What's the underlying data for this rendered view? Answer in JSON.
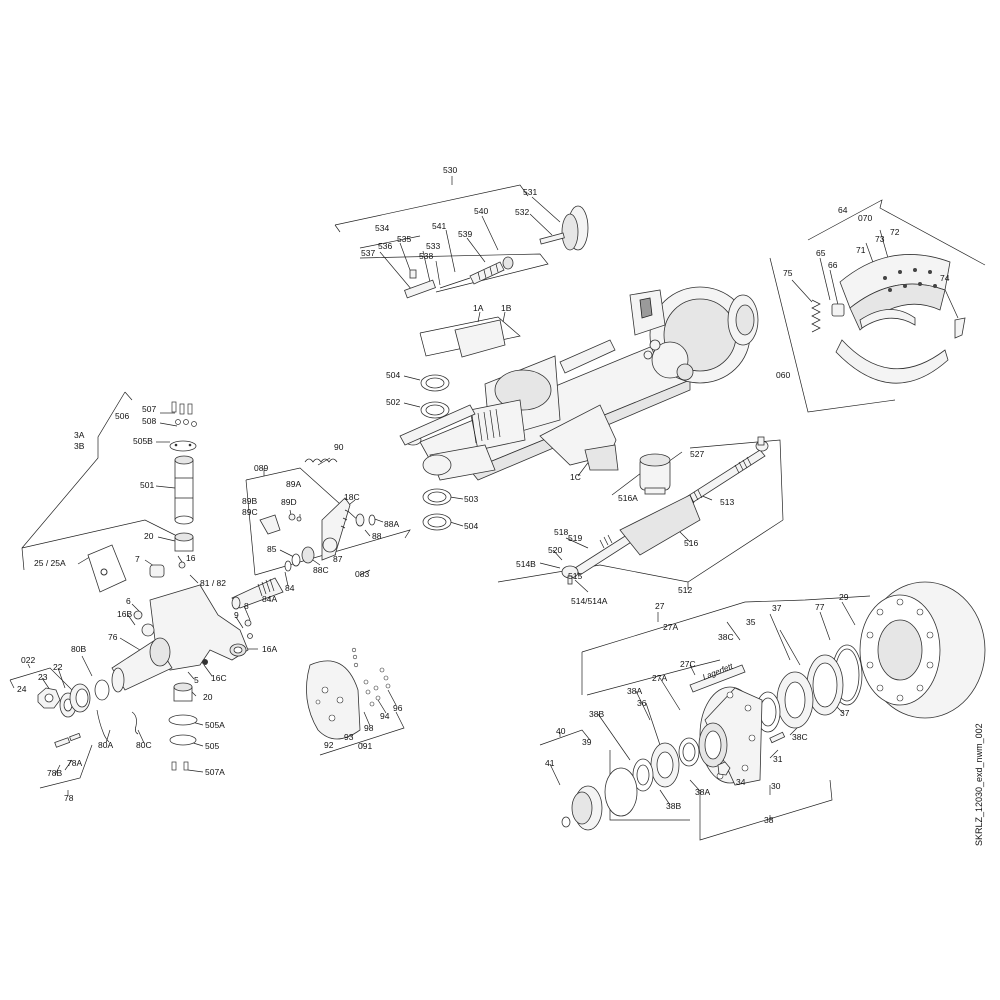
{
  "drawing_id": "SKRLZ_12030_exd_nwm_002",
  "labels": {
    "l_530": "530",
    "l_531": "531",
    "l_532": "532",
    "l_540": "540",
    "l_541": "541",
    "l_539": "539",
    "l_534": "534",
    "l_535": "535",
    "l_536": "536",
    "l_533": "533",
    "l_537": "537",
    "l_538": "538",
    "l_1A": "1A",
    "l_1B": "1B",
    "l_504a": "504",
    "l_502": "502",
    "l_503": "503",
    "l_504b": "504",
    "l_1C": "1C",
    "l_527": "527",
    "l_516A": "516A",
    "l_513": "513",
    "l_516": "516",
    "l_518": "518",
    "l_519": "519",
    "l_520": "520",
    "l_514B": "514B",
    "l_515": "515",
    "l_514_514A": "514/514A",
    "l_512": "512",
    "l_64": "64",
    "l_070": "070",
    "l_73": "73",
    "l_72": "72",
    "l_71": "71",
    "l_65": "65",
    "l_66": "66",
    "l_75": "75",
    "l_74": "74",
    "l_060": "060",
    "l_3A": "3A",
    "l_3B": "3B",
    "l_506": "506",
    "l_507": "507",
    "l_508": "508",
    "l_505B": "505B",
    "l_501": "501",
    "l_20a": "20",
    "l_16a": "16",
    "l_7": "7",
    "l_25_25A": "25 / 25A",
    "l_81_82": "81 / 82",
    "l_6": "6",
    "l_16B": "16B",
    "l_76": "76",
    "l_9": "9",
    "l_8": "8",
    "l_16A": "16A",
    "l_16C": "16C",
    "l_5": "5",
    "l_20b": "20",
    "l_505A": "505A",
    "l_505": "505",
    "l_507A": "507A",
    "l_90": "90",
    "l_089": "089",
    "l_89A": "89A",
    "l_89B": "89B",
    "l_89C": "89C",
    "l_89D": "89D",
    "l_18C": "18C",
    "l_88A": "88A",
    "l_88": "88",
    "l_85": "85",
    "l_87": "87",
    "l_88C": "88C",
    "l_84A": "84A",
    "l_84": "84",
    "l_083": "083",
    "l_022": "022",
    "l_24": "24",
    "l_23": "23",
    "l_22": "22",
    "l_80B": "80B",
    "l_80A": "80A",
    "l_80C": "80C",
    "l_78A": "78A",
    "l_78B": "78B",
    "l_78": "78",
    "l_96": "96",
    "l_94": "94",
    "l_98": "98",
    "l_93": "93",
    "l_92": "92",
    "l_091": "091",
    "l_27a": "27",
    "l_27A_top": "27A",
    "l_37a": "37",
    "l_77": "77",
    "l_29": "29",
    "l_38C_top": "38C",
    "l_35": "35",
    "l_27C": "27C",
    "l_27A_mid": "27A",
    "l_38A_top": "38A",
    "l_36": "36",
    "l_38B_top": "38B",
    "l_40": "40",
    "l_39": "39",
    "l_41": "41",
    "l_38B_bot": "38B",
    "l_38A_bot": "38A",
    "l_34": "34",
    "l_31": "31",
    "l_30": "30",
    "l_38C_bot": "38C",
    "l_37b": "37",
    "l_38": "38"
  },
  "grease_note": "Lagerfett"
}
